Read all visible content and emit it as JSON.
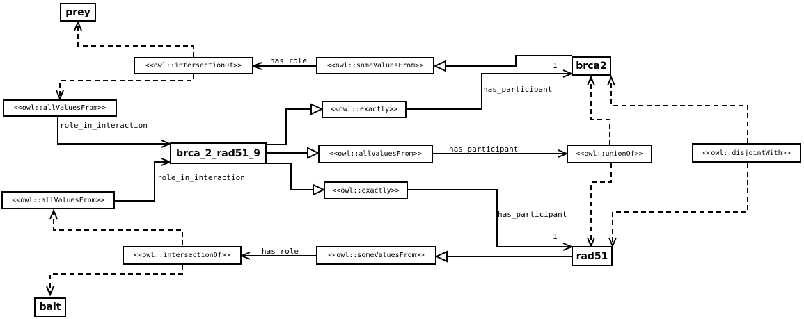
{
  "nodes": {
    "prey": "prey",
    "intersection_top": "<<owl::intersectionOf>>",
    "somevalues_top": "<<owl::someValuesFrom>>",
    "brca2": "brca2",
    "allvalues_left_top": "<<owl::allValuesFrom>>",
    "exactly_top": "<<owl::exactly>>",
    "brca_2_rad51_9": "brca_2_rad51_9",
    "allvalues_mid": "<<owl::allValuesFrom>>",
    "unionof": "<<owl::unionOf>>",
    "disjointwith": "<<owl::disjointWith>>",
    "exactly_bottom": "<<owl::exactly>>",
    "allvalues_left_bottom": "<<owl::allValuesFrom>>",
    "intersection_bottom": "<<owl::intersectionOf>>",
    "somevalues_bottom": "<<owl::someValuesFrom>>",
    "rad51": "rad51",
    "bait": "bait"
  },
  "edge_labels": {
    "has_role_top": "has_role",
    "has_participant_brca2": "has_participant",
    "mult_brca2": "1",
    "role_in_interaction_top": "role_in_interaction",
    "has_participant_union": "has_participant",
    "role_in_interaction_bottom": "role_in_interaction",
    "has_participant_rad51": "has_participant",
    "mult_rad51": "1",
    "has_role_bottom": "has_role"
  }
}
